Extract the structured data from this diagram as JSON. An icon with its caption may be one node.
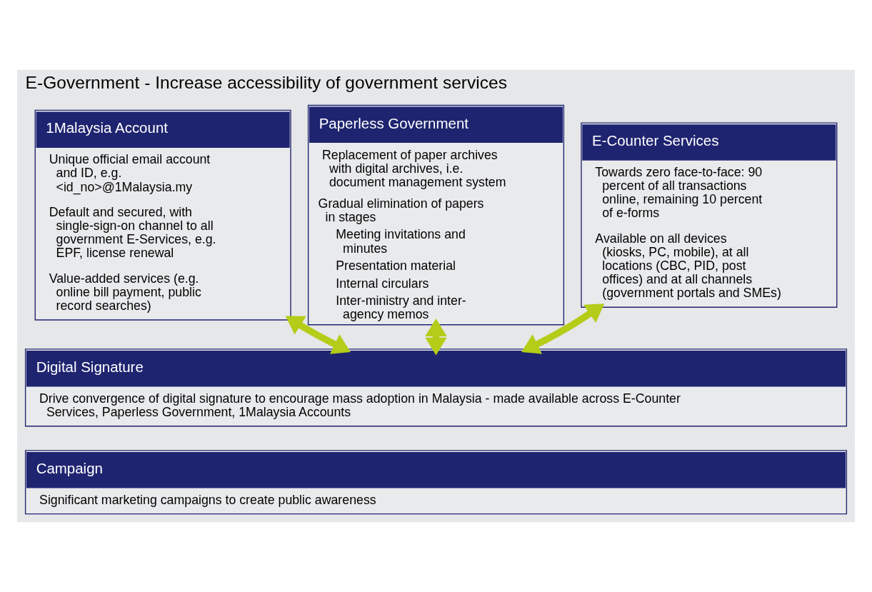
{
  "diagram": {
    "nodes": [
      {
        "text": [
          "E-Government - Increase accessibility of government services"
        ]
      },
      {
        "text": [
          "E-Counter Services",
          "Towards zero face-to-face: 90 percent of all transactions online, remaining 10 percent of e-forms",
          "Available on all devices (kiosks, PC, mobile), at all locations (CBC, PID, post offices) and at all channels (government portals and SMEs)"
        ],
        "in": 0
      },
      {
        "text": [
          "Paperless Government",
          "Replacement of paper archives with digital archives, i.e. document management system",
          "Gradual elimination of papers in stages",
          "Meeting invitations and minutes",
          "Presentation material",
          "Internal circulars",
          "Inter-ministry and inter-agency memos"
        ],
        "in": 0
      },
      {
        "text": [
          "1Malaysia Account",
          "Unique official email account and ID, e.g. <id_no>@1Malaysia.my",
          "Default and secured, with single-sign-on channel to all government E-Services, e.g. EPF, license renewal",
          "Value-added services (e.g. online bill payment, public record searches)"
        ],
        "in": 0
      },
      {
        "text": [
          "Digital Signature",
          "Drive convergence of digital signature to encourage mass adoption in Malaysia - made available across E-Counter Services, Paperless Government, 1Malaysia Accounts"
        ],
        "in": 0
      },
      {
        "text": [
          "Campaign",
          "Significant marketing campaigns to create public awareness"
        ],
        "in": 0
      }
    ],
    "edges": [
      {
        "from": 1,
        "to": 4,
        "arrow": "both"
      },
      {
        "from": 2,
        "to": 4,
        "arrow": "both"
      },
      {
        "from": 3,
        "to": 4,
        "arrow": "both"
      }
    ]
  }
}
